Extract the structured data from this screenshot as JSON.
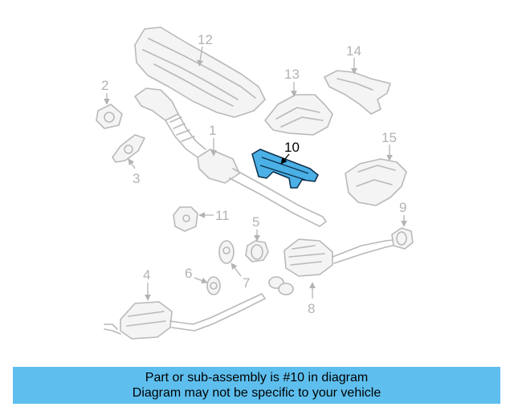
{
  "diagram": {
    "highlight_color": "#4ab0e6",
    "part_line_color": "#b9b9b9",
    "callouts": [
      "1",
      "2",
      "3",
      "4",
      "5",
      "6",
      "7",
      "8",
      "9",
      "10",
      "11",
      "12",
      "13",
      "14",
      "15"
    ],
    "highlighted": "10"
  },
  "banner": {
    "background": "#5ebfee",
    "line1": "Part or sub-assembly is #10 in diagram",
    "line2": "Diagram may not be specific to your vehicle"
  }
}
